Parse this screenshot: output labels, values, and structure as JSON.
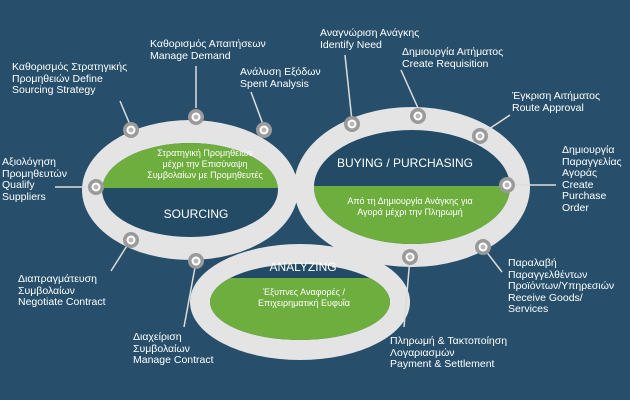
{
  "colors": {
    "background": "#274f6b",
    "ring": "#e4e4e4",
    "green": "#6eae3f",
    "inner": "#234b66",
    "node": "#9a9a9a",
    "text": "#ffffff"
  },
  "rings": {
    "sourcing": {
      "title": "SOURCING",
      "band": [
        "Στρατηγική Προμηθειών",
        "μέχρι την Επισύναψη",
        "Συμβολαίων με Προμηθευτές"
      ]
    },
    "buying": {
      "title": "BUYING / PURCHASING",
      "band": [
        "Από τη Δημιουργία Ανάγκης για",
        "Αγορά μέχρι την Πληρωμή"
      ]
    },
    "analyzing": {
      "title": "ANALYZING",
      "band": [
        "Έξυπνες Αναφορές /",
        "Επιχειρηματική Ευφυΐα"
      ]
    }
  },
  "labels": {
    "define_sourcing": [
      "Καθορισμός Στρατηγικής",
      "Προμηθειών Define",
      "Sourcing Strategy"
    ],
    "manage_demand": [
      "Καθορισμός Απαιτήσεων",
      "Manage Demand"
    ],
    "spent_analysis": [
      "Ανάλυση Εξόδων",
      "Spent Analysis"
    ],
    "identify_need": [
      "Αναγνώριση Ανάγκης",
      "Identify Need"
    ],
    "create_requisition": [
      "Δημιουργία Αιτήματος",
      "Create Requisition"
    ],
    "route_approval": [
      "Έγκριση Αιτήματος",
      "Route Approval"
    ],
    "create_po": [
      "Δημιουργία",
      "Παραγγελίας",
      "Αγοράς",
      "Create",
      "Purchase",
      "Order"
    ],
    "receive_goods": [
      "Παραλαβή",
      "Παραγγελθέντων",
      "Προϊόντων/Υπηρεσιών",
      "Receive Goods/",
      "Services"
    ],
    "qualify_suppliers": [
      "Αξιολόγηση",
      "Προμηθευτών",
      "Qualify",
      "Suppliers"
    ],
    "negotiate_contract": [
      "Διαπραγμάτευση",
      "Συμβολαίων",
      "Negotiate Contract"
    ],
    "manage_contract": [
      "Διαχείριση",
      "Συμβολαίων",
      "Manage Contract"
    ],
    "payment_settlement": [
      "Πληρωμή & Τακτοποίηση",
      "Λογαριασμών",
      "Payment & Settlement"
    ]
  }
}
